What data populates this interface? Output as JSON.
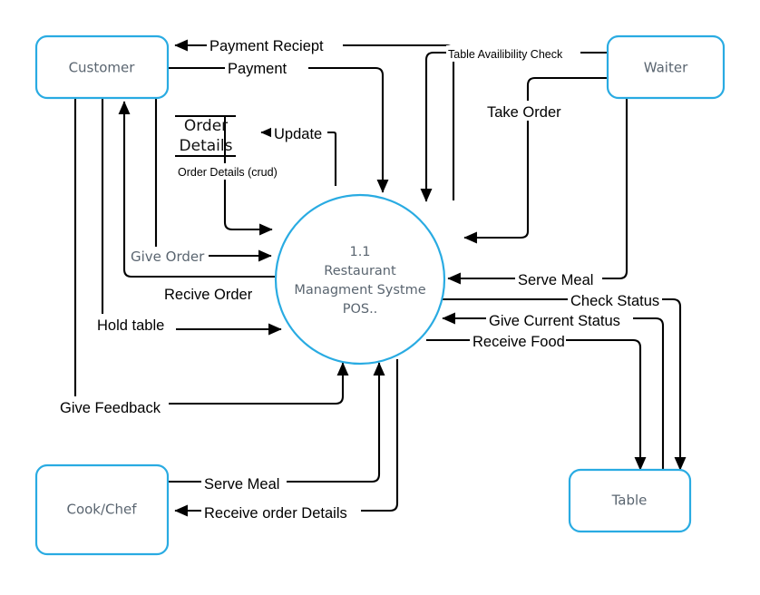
{
  "diagram": {
    "title": "Restaurant Management System Data Flow Diagram Level 1",
    "accent_color": "#29ABE2",
    "line_color": "#000000",
    "text_color": "#5a6570",
    "background": "#ffffff"
  },
  "process": {
    "id": "1.1",
    "name_line1": "Restaurant",
    "name_line2": "Managment Systme",
    "name_line3": "POS.."
  },
  "entities": {
    "customer": {
      "label": "Customer"
    },
    "waiter": {
      "label": "Waiter"
    },
    "cook": {
      "label": "Cook/Chef"
    },
    "table": {
      "label": "Table"
    }
  },
  "datastore": {
    "line1": "Order",
    "line2": "Details"
  },
  "flows": {
    "payment_reciept": "Payment Reciept",
    "payment": "Payment",
    "update": "Update",
    "order_details_crud": "Order Details (crud)",
    "give_order": "Give Order",
    "recive_order": "Recive Order",
    "hold_table": "Hold table",
    "give_feedback": "Give Feedback",
    "table_availibility_check": "Table Availibility Check",
    "take_order": "Take Order",
    "serve_meal_waiter": "Serve Meal",
    "check_status": "Check Status",
    "give_current_status": "Give Current Status",
    "receive_food": "Receive Food",
    "serve_meal_cook": "Serve Meal",
    "receive_order_details": "Receive order Details"
  }
}
